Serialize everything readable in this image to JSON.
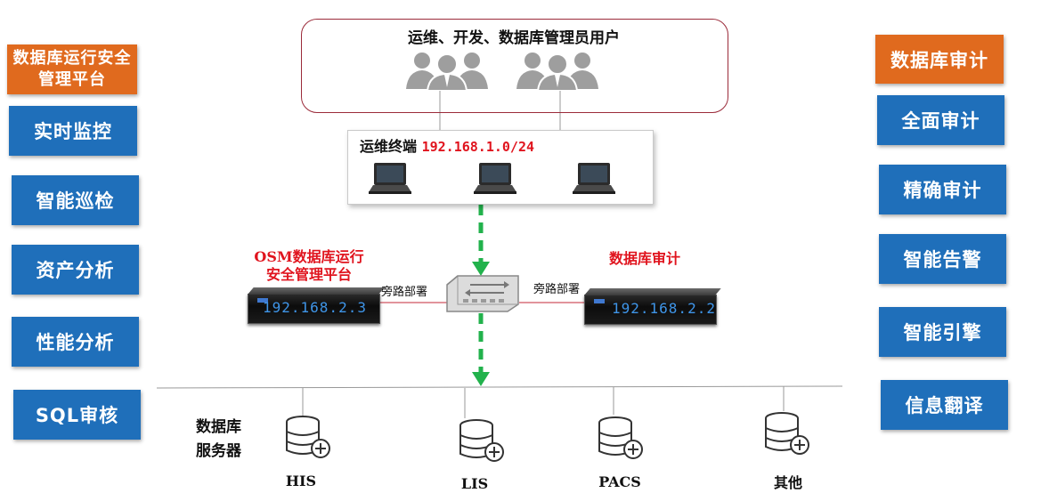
{
  "left_panel": {
    "title": "数据库运行安全管理平台",
    "items": [
      "实时监控",
      "智能巡检",
      "资产分析",
      "性能分析",
      "SQL审核"
    ]
  },
  "right_panel": {
    "title": "数据库审计",
    "items": [
      "全面审计",
      "精确审计",
      "智能告警",
      "智能引擎",
      "信息翻译"
    ]
  },
  "users": {
    "title": "运维、开发、数据库管理员用户"
  },
  "terminal": {
    "label": "运维终端",
    "ip": "192.168.1.0/24"
  },
  "osm": {
    "label_line1": "OSM数据库运行",
    "label_line2": "安全管理平台",
    "ip": "192.168.2.3",
    "bypass": "旁路部署"
  },
  "audit": {
    "label": "数据库审计",
    "ip": "192.168.2.2",
    "bypass": "旁路部署"
  },
  "db_servers": {
    "label_line1": "数据库",
    "label_line2": "服务器",
    "items": [
      "HIS",
      "LIS",
      "PACS",
      "其他"
    ]
  },
  "colors": {
    "blue": "#1f6fba",
    "orange": "#e06a1e",
    "red": "#e0141e",
    "green": "#22b24c",
    "frame": "#9b2b3a"
  }
}
